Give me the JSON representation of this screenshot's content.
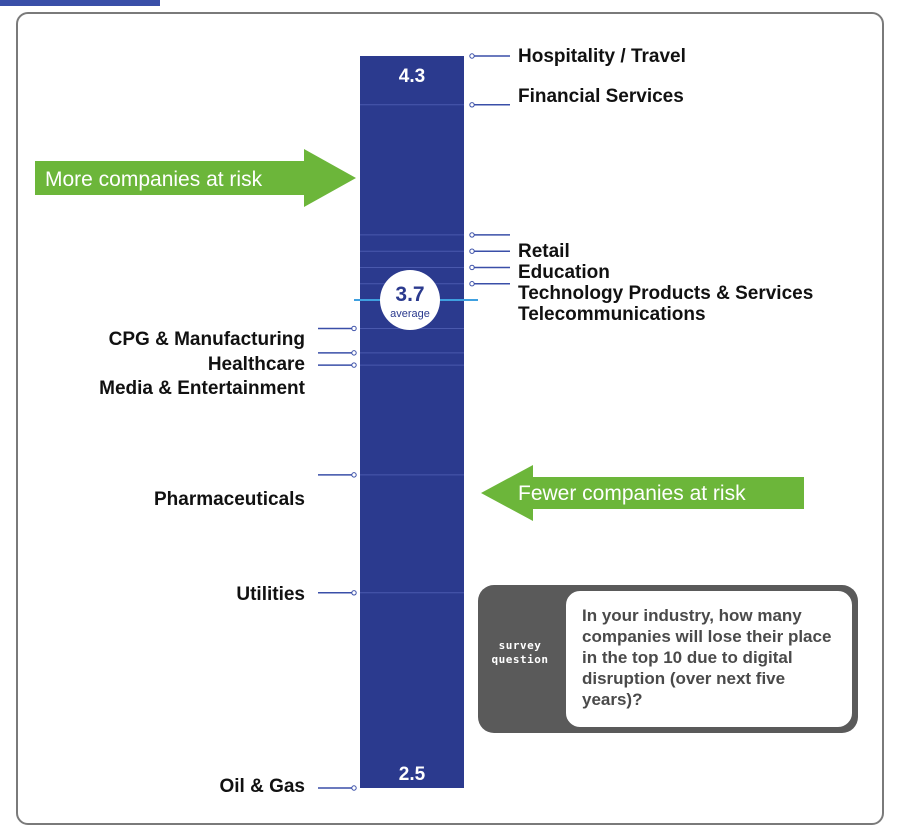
{
  "colors": {
    "bar": "#2b3a8e",
    "arrow": "#6cb63a",
    "leader": "#3a4fa8",
    "frame": "#7a7a7a",
    "survey_dark": "#5a5a5a",
    "top_strip": "#3a4fa8"
  },
  "chart_data": {
    "type": "bar",
    "scale": {
      "max": 4.3,
      "min": 2.5
    },
    "top_value": "4.3",
    "bottom_value": "2.5",
    "average": {
      "value": 3.7,
      "label": "3.7",
      "sublabel": "average"
    },
    "arrows": {
      "more": "More companies at risk",
      "fewer": "Fewer companies at risk"
    },
    "categories_right": [
      {
        "name": "Hospitality / Travel",
        "value": 4.3
      },
      {
        "name": "Financial Services",
        "value": 4.18
      },
      {
        "name": "Retail",
        "value": 3.86
      },
      {
        "name": "Education",
        "value": 3.82
      },
      {
        "name": "Technology Products & Services",
        "value": 3.78
      },
      {
        "name": "Telecommunications",
        "value": 3.74
      }
    ],
    "categories_left": [
      {
        "name": "CPG & Manufacturing",
        "value": 3.63
      },
      {
        "name": "Healthcare",
        "value": 3.57
      },
      {
        "name": "Media & Entertainment",
        "value": 3.54
      },
      {
        "name": "Pharmaceuticals",
        "value": 3.27
      },
      {
        "name": "Utilities",
        "value": 2.98
      },
      {
        "name": "Oil & Gas",
        "value": 2.5
      }
    ]
  },
  "survey": {
    "tag_line1": "survey",
    "tag_line2": "question",
    "question": "In your industry, how many companies will lose their place in the top 10 due to digital disruption (over next five years)?"
  }
}
